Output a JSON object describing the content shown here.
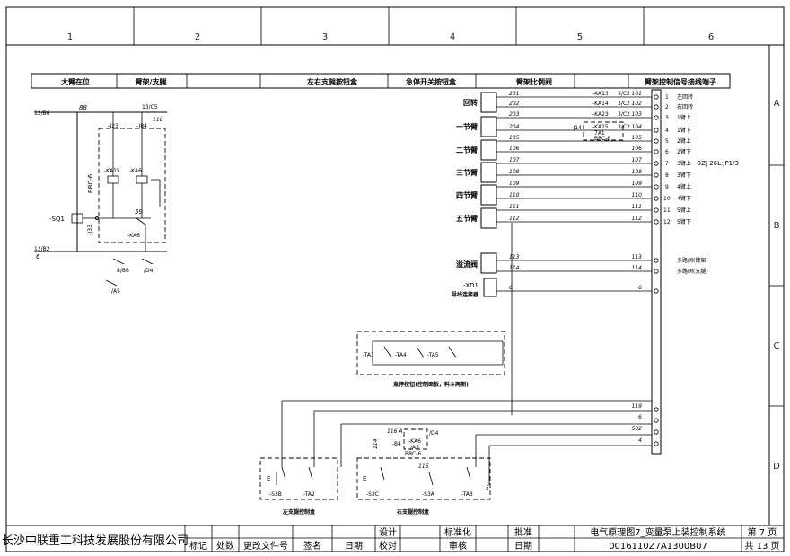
{
  "zones": {
    "columns": [
      "1",
      "2",
      "3",
      "4",
      "5",
      "6"
    ],
    "rows": [
      "A",
      "B",
      "C",
      "D"
    ]
  },
  "header_bar": [
    "大臂在位",
    "臂架/支腿",
    "左右支腿按钮盒",
    "急停开关按钮盒",
    "臂架比例阀",
    "臂架控制信号接线端子"
  ],
  "left_circuit": {
    "top_ref": "12/B6",
    "bottom_ref": "12/B2",
    "wire_88": "88",
    "wire_6": "6",
    "ref_13c5": "13/C5",
    "node_116": "116",
    "ref_j23": "-J23",
    "ref_j84": "-J84",
    "ka15": "-KA15",
    "ka6_a": "-KA6",
    "ka6_b": "-KA6",
    "node_59": "59",
    "brc": "BRC-6",
    "sq1": "-SQ1",
    "j33": "-J33",
    "xref_a": "8/B6",
    "xref_b": "/D4",
    "xref_c": "/A5"
  },
  "valves": [
    {
      "label": "回转",
      "wires": [
        "201",
        "202"
      ]
    },
    {
      "label": "一节臂",
      "wires": [
        "203",
        "204"
      ]
    },
    {
      "label": "二节臂",
      "wires": [
        "105",
        "106"
      ]
    },
    {
      "label": "三节臂",
      "wires": [
        "107",
        "108"
      ]
    },
    {
      "label": "四节臂",
      "wires": [
        "109",
        "110"
      ]
    },
    {
      "label": "五节臂",
      "wires": [
        "111",
        "112"
      ]
    }
  ],
  "valve_contacts": [
    {
      "name": "-KA13",
      "ref": "3/C2"
    },
    {
      "name": "-KA14",
      "ref": "3/C2"
    },
    {
      "name": "-KA23",
      "ref": "3/C2"
    },
    {
      "name": "-KA15",
      "ref": "3/C2"
    }
  ],
  "contact_box": {
    "left": "-J14",
    "sub": "7A1",
    "brc": "BRC-6"
  },
  "right_wires": [
    "101",
    "102",
    "103",
    "104",
    "105",
    "106",
    "107",
    "108",
    "109",
    "110",
    "111",
    "112"
  ],
  "terminal_numbers": [
    "1",
    "2",
    "3",
    "4",
    "5",
    "6",
    "7",
    "8",
    "9",
    "10",
    "11",
    "12"
  ],
  "terminal_desc": [
    "左回转",
    "右回转",
    "1臂上",
    "1臂下",
    "2臂上",
    "2臂下",
    "3臂上",
    "3臂下",
    "4臂上",
    "4臂下",
    "5臂上",
    "5臂下"
  ],
  "terminal_ref": "-BZJ-26L:JP1/3",
  "multi_valve": {
    "label": "溢流阀",
    "wires": [
      "113",
      "114"
    ],
    "desc": [
      "多路阀(臂架)",
      "多路阀(支腿)"
    ]
  },
  "connector": {
    "name": "-XD1",
    "label": "导线连接器",
    "wire": "6"
  },
  "estop": {
    "contacts": [
      "-TA1",
      "-TA4",
      "-TA5"
    ],
    "caption": "急停按钮(控制面板，料斗两侧)"
  },
  "bottom_wires": [
    "119",
    "6",
    "502",
    "4"
  ],
  "left_leg_box": {
    "s": "-S3B",
    "ta": "-TA2",
    "caption": "左支腿控制盒"
  },
  "right_leg_box": {
    "s3c": "-S3C",
    "s3a": "-S3A",
    "ta3": "-TA3",
    "node_114": "114",
    "node_116a": "116 A",
    "node_116": "116",
    "ka6": "-KA6",
    "ka6_sub": "/A5",
    "ka6_brc": "BRC-6",
    "ka6_ref": "/D4",
    "b4": "-B4",
    "wire_5": "5",
    "caption": "右支腿控制盒"
  },
  "title_block": {
    "company": "长沙中联重工科技发展股份有限公司",
    "cols": [
      "标记",
      "处数",
      "更改文件号",
      "签名",
      "日期"
    ],
    "design": "设计",
    "check": "校对",
    "standard": "标准化",
    "review": "审核",
    "approve": "批准",
    "date": "日期",
    "drawing_title": "电气原理图7_变量泵上装控制系统",
    "drawing_number": "0016110Z7A1300B07",
    "sheet": "第 7 页",
    "total": "共 13 页"
  }
}
